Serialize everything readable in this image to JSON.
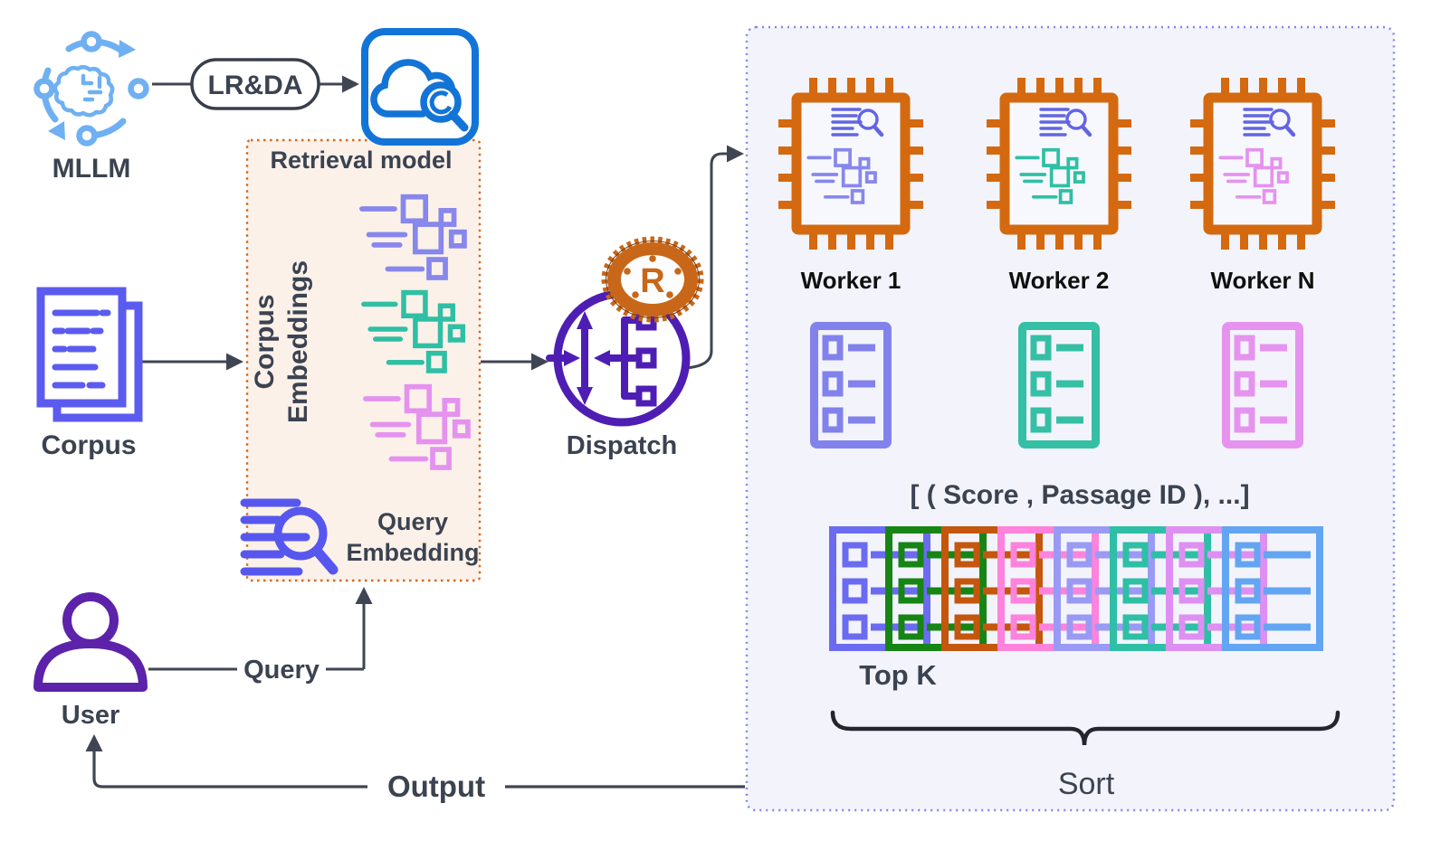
{
  "nodes": {
    "mllm": {
      "label": "MLLM"
    },
    "lr_da": {
      "label": "LR&DA"
    },
    "retrieval_model": {
      "title": "Retrieval model",
      "corpus_embeddings_label": [
        "Corpus",
        "Embeddings"
      ],
      "query_embedding_label": [
        "Query",
        "Embedding"
      ]
    },
    "corpus": {
      "label": "Corpus"
    },
    "user": {
      "label": "User"
    },
    "dispatch": {
      "label": "Dispatch",
      "rust_letter": "R"
    },
    "workers": {
      "labels": [
        "Worker 1",
        "Worker 2",
        "Worker N"
      ]
    },
    "results_tuple": {
      "label": "[  ( Score  , Passage ID ), ...]"
    },
    "top_k": {
      "label": "Top K"
    },
    "sort": {
      "label": "Sort"
    }
  },
  "edges": {
    "query": {
      "label": "Query"
    },
    "output": {
      "label": "Output"
    }
  },
  "colors": {
    "panel_bg": "#F3F4FB",
    "panel_border": "#8585EA",
    "retrieval_box_bg": "#FBF1E9",
    "retrieval_box_border": "#D2691E",
    "chip_orange": "#D4690F",
    "rust_orange": "#C8671A",
    "dispatch_purple": "#4E1EB4",
    "user_purple": "#5D22AA",
    "mllm_blue": "#6FB0F2",
    "cloud_blue": "#1274D6",
    "corpus_indigo": "#5B5BF0",
    "embedding_purple": "#8787EC",
    "embedding_teal": "#2FBFA5",
    "embedding_pink": "#E592EF",
    "text_dark": "#3B4351",
    "arrow_gray": "#3F4553",
    "topk_sequence": [
      "#6B6BF2",
      "#168516",
      "#C4560D",
      "#FF82DC",
      "#9A9AF5",
      "#2EBFA6",
      "#DE8FF2",
      "#63A5F2"
    ]
  },
  "icons": {
    "mllm": "brain-network-icon",
    "retrieval": "cloud-search-icon",
    "corpus": "document-stack-icon",
    "query_embedding": "magnifier-lines-icon",
    "dispatch": "router-dispatch-icon",
    "rust": "rust-gear-icon",
    "worker": "cpu-chip-icon",
    "result_list": "list-icon",
    "user": "person-icon",
    "sort_brace": "curly-brace"
  }
}
